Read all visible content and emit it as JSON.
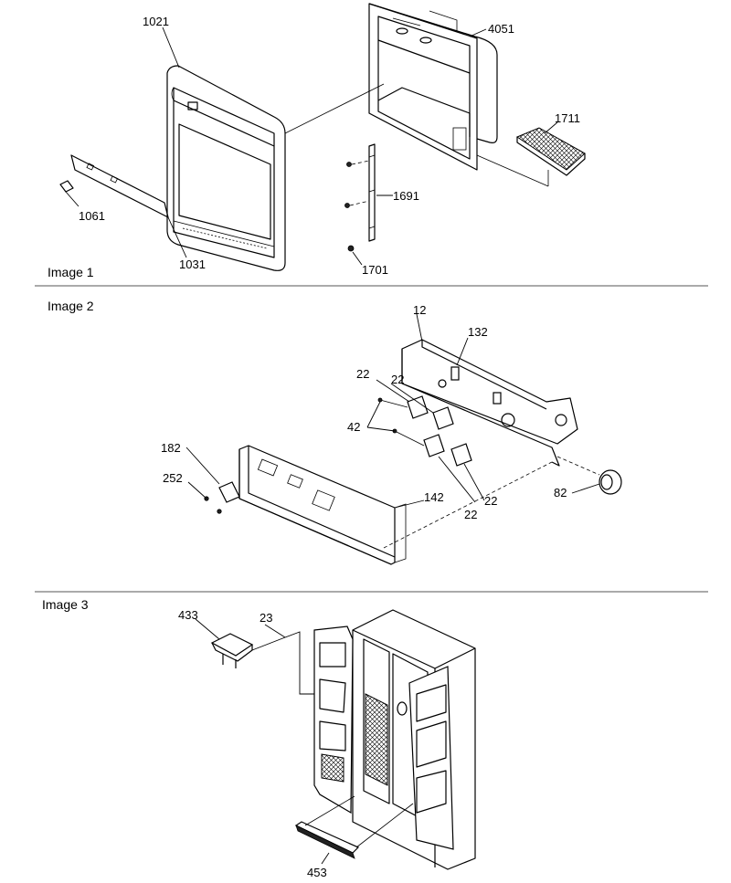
{
  "sections": [
    {
      "title": "Image 1"
    },
    {
      "title": "Image 2"
    },
    {
      "title": "Image 3"
    }
  ],
  "callouts": {
    "img1": [
      "1021",
      "4051",
      "1711",
      "1691",
      "1061",
      "1031",
      "1701"
    ],
    "img2": [
      "12",
      "132",
      "22",
      "22",
      "42",
      "182",
      "252",
      "142",
      "22",
      "22",
      "82"
    ],
    "img3": [
      "433",
      "23",
      "453"
    ]
  }
}
